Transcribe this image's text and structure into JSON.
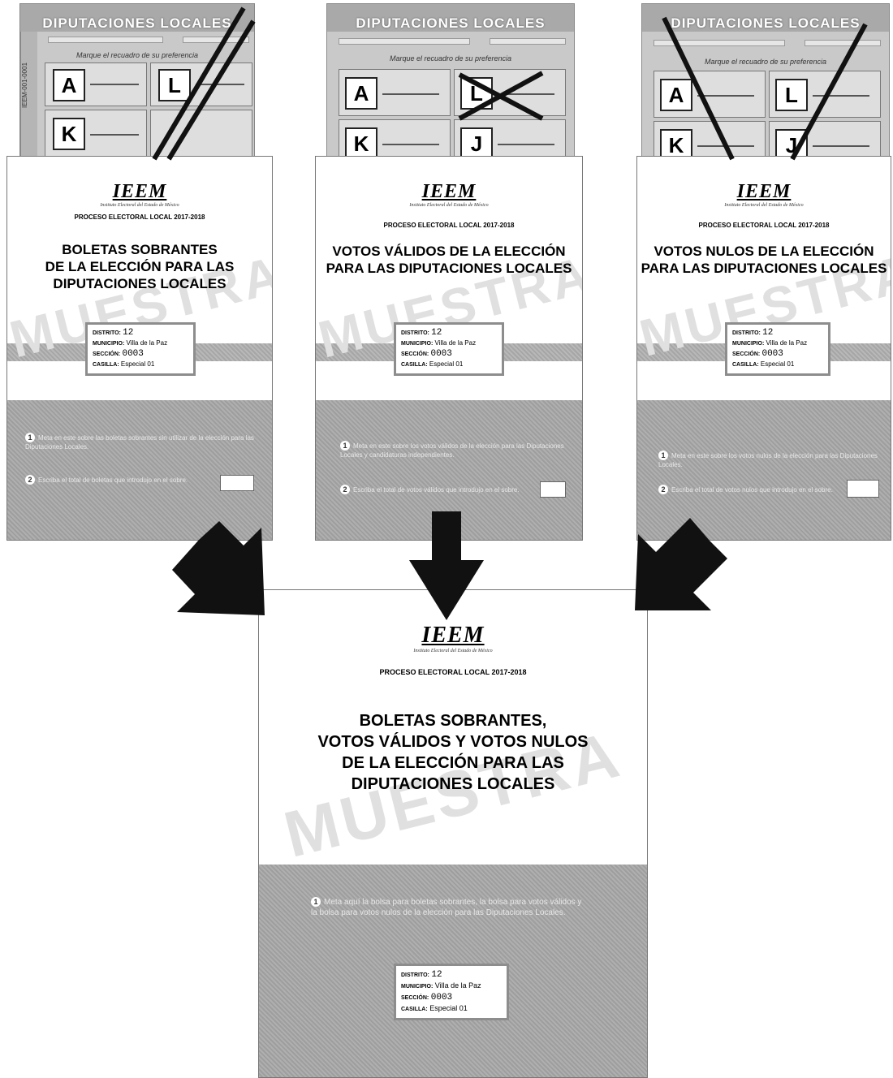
{
  "ballot": {
    "title": "DIPUTACIONES LOCALES",
    "instruction": "Marque el recuadro de su preferencia",
    "letters": [
      "A",
      "L",
      "K",
      "J"
    ],
    "folio": "IEEM-001-0001"
  },
  "logo": {
    "name": "IEEM",
    "subtitle": "Instituto Electoral del Estado de México"
  },
  "process": "PROCESO ELECTORAL LOCAL 2017-2018",
  "watermark": "MUESTRA",
  "envelopes": [
    {
      "title_lines": [
        "BOLETAS SOBRANTES",
        "DE LA ELECCIÓN PARA LAS",
        "DIPUTACIONES LOCALES"
      ],
      "instructions": [
        "Meta en este sobre las boletas sobrantes sin utilizar de la elección para las Diputaciones Locales.",
        "Escriba el total de boletas que introdujo en el sobre."
      ]
    },
    {
      "title_lines": [
        "VOTOS VÁLIDOS DE LA ELECCIÓN",
        "PARA LAS DIPUTACIONES LOCALES"
      ],
      "instructions": [
        "Meta en este sobre los votos válidos de la elección para las Diputaciones Locales y candidaturas independientes.",
        "Escriba el total de votos válidos que introdujo en el sobre."
      ]
    },
    {
      "title_lines": [
        "VOTOS NULOS DE LA ELECCIÓN",
        "PARA LAS DIPUTACIONES LOCALES"
      ],
      "instructions": [
        "Meta en este sobre los votos nulos de la elección para las Diputaciones Locales.",
        "Escriba el total de votos nulos que introdujo en el sobre."
      ]
    }
  ],
  "final_envelope": {
    "title_lines": [
      "BOLETAS SOBRANTES,",
      "VOTOS VÁLIDOS Y VOTOS NULOS",
      "DE LA ELECCIÓN PARA LAS",
      "DIPUTACIONES LOCALES"
    ],
    "instruction": "Meta aquí la bolsa para boletas sobrantes, la bolsa para votos válidos y la bolsa para votos nulos de la elección para las Diputaciones Locales."
  },
  "casilla_info": {
    "distrito_label": "DISTRITO:",
    "distrito": "12",
    "municipio_label": "MUNICIPIO:",
    "municipio": "Villa de la Paz",
    "seccion_label": "SECCIÓN:",
    "seccion": "0003",
    "casilla_label": "CASILLA:",
    "casilla": "Especial 01"
  }
}
